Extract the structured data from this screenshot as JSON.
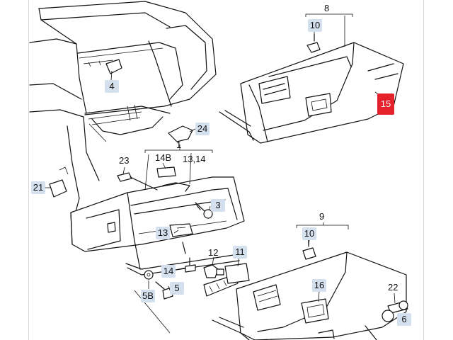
{
  "diagram": {
    "callouts": {
      "c8": "8",
      "c10a": "10",
      "c15": "15",
      "c4": "4",
      "c24": "24",
      "c1": "1",
      "c14b": "14B",
      "c13_14": "13,14",
      "c23": "23",
      "c21": "21",
      "c3": "3",
      "c9": "9",
      "c10b": "10",
      "c13": "13",
      "c12": "12",
      "c11": "11",
      "c14": "14",
      "c5b": "5B",
      "c5": "5",
      "c16": "16",
      "c22": "22",
      "c6": "6"
    },
    "active_callout": "15",
    "colors": {
      "badge": "#d5e0ef",
      "active": "#e5212c",
      "line": "#111111"
    }
  }
}
